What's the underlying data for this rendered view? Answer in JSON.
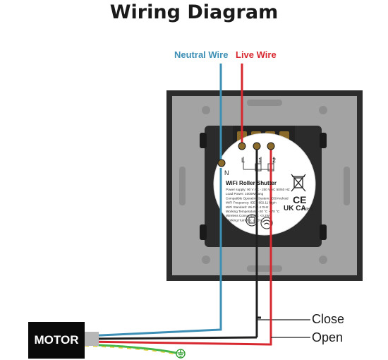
{
  "title": "Wiring Diagram",
  "wires": {
    "neutral_label": "Neutral Wire",
    "live_label": "Live Wire"
  },
  "outputs": {
    "close_label": "Close",
    "open_label": "Open"
  },
  "motor_label": "MOTOR",
  "terminals": [
    "N",
    "L",
    "1",
    "2"
  ],
  "device": {
    "name": "WiFi Roller Shutter",
    "spec_lines": [
      "Power supply: 90 V AC - 250 V AC 50/60 HZ",
      "Load Power: 1000W/gang",
      "Compatible Operating System: iOS/Android",
      "WiFi Frequency: IEEE 802.11 b/g/n",
      "WiFi Standard: Wi-Fi 2.4 GHz",
      "Working Temperature: -20 °C ~ 70 °C",
      "Wireless Consumption: <0.2W",
      "Working Humidity: ≤ 95%"
    ],
    "marks": [
      "UK CA",
      "CE",
      "RoHS"
    ]
  },
  "colors": {
    "neutral": "#3d8fb5",
    "live": "#d7282f",
    "close": "#222222",
    "open": "#d7282f",
    "plate": "#a3a3a3",
    "frame": "#2c2c2c"
  }
}
